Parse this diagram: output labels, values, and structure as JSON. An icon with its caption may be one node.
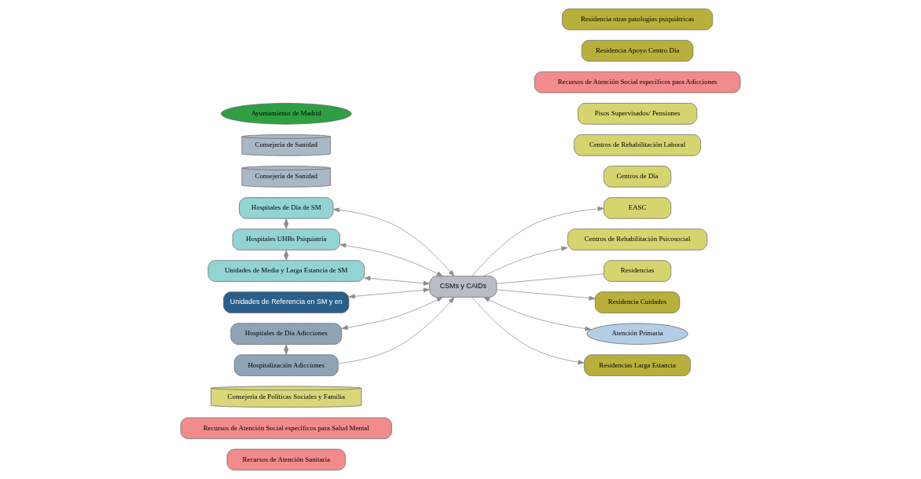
{
  "diagram": {
    "nodes": [
      {
        "text": [
          "Recursos de Atención Sanitaria"
        ]
      },
      {
        "text": [
          "Recursos de Atención Social específicos para Salud Mental"
        ]
      },
      {
        "text": [
          "Consejería de Políticas Sociales y Familia"
        ]
      },
      {
        "text": [
          "Hospitales de Día de SM"
        ]
      },
      {
        "text": [
          "Unidades de Referencia en SM y en"
        ]
      },
      {
        "text": [
          "EASC"
        ]
      },
      {
        "text": [
          "Centros de Día"
        ]
      },
      {
        "text": [
          "Hospitales UHBs Psiquiatría"
        ]
      },
      {
        "text": [
          "Centros de Rehabilitación Psicosocial"
        ]
      },
      {
        "text": [
          "Centros de Rehabilitación Laboral"
        ]
      },
      {
        "text": [
          "Consejería de Sanidad"
        ]
      },
      {
        "text": [
          "CSMs y CAIDs"
        ]
      },
      {
        "text": [
          "Residencias"
        ]
      },
      {
        "text": [
          "Pisos Supervisados/ Pensiones"
        ]
      },
      {
        "text": [
          "Unidades de Media y Larga Estancia de SM"
        ]
      },
      {
        "text": [
          "Recursos de Atención Social específicos para Adicciones"
        ]
      },
      {
        "text": [
          "Consejería de Sanidad"
        ]
      },
      {
        "text": [
          "Hospitales de Día Adicciones"
        ]
      },
      {
        "text": [
          "Residencia Cuidados"
        ]
      },
      {
        "text": [
          "Residencia Apoyo Centro Día"
        ]
      },
      {
        "text": [
          "Atención Primaria"
        ]
      },
      {
        "text": [
          "Hospitalización Adicciones"
        ]
      },
      {
        "text": [
          "Residencias Larga Estancia"
        ]
      },
      {
        "text": [
          "Residencia otras patologías psiquiátricas"
        ]
      },
      {
        "text": [
          "Ayuntamiento de Madrid"
        ]
      }
    ],
    "edges": [
      {
        "from": 3,
        "to": 11,
        "arrow": "both"
      },
      {
        "from": 7,
        "to": 11,
        "arrow": "both"
      },
      {
        "from": 14,
        "to": 11,
        "arrow": "both"
      },
      {
        "from": 17,
        "to": 11,
        "arrow": "both"
      },
      {
        "from": 21,
        "to": 11,
        "arrow": "to"
      },
      {
        "from": 3,
        "to": 7,
        "arrow": "both"
      },
      {
        "from": 7,
        "to": 14,
        "arrow": "both"
      },
      {
        "from": 17,
        "to": 21,
        "arrow": "both"
      },
      {
        "from": 4,
        "to": 11,
        "arrow": "both"
      },
      {
        "from": 11,
        "to": 20,
        "arrow": "both"
      },
      {
        "from": 11,
        "to": 5,
        "arrow": "to"
      },
      {
        "from": 11,
        "to": 8,
        "arrow": "to"
      },
      {
        "from": 11,
        "to": 12,
        "arrow": "none"
      },
      {
        "from": 11,
        "to": 18,
        "arrow": "to"
      },
      {
        "from": 11,
        "to": 22,
        "arrow": "to"
      }
    ]
  }
}
